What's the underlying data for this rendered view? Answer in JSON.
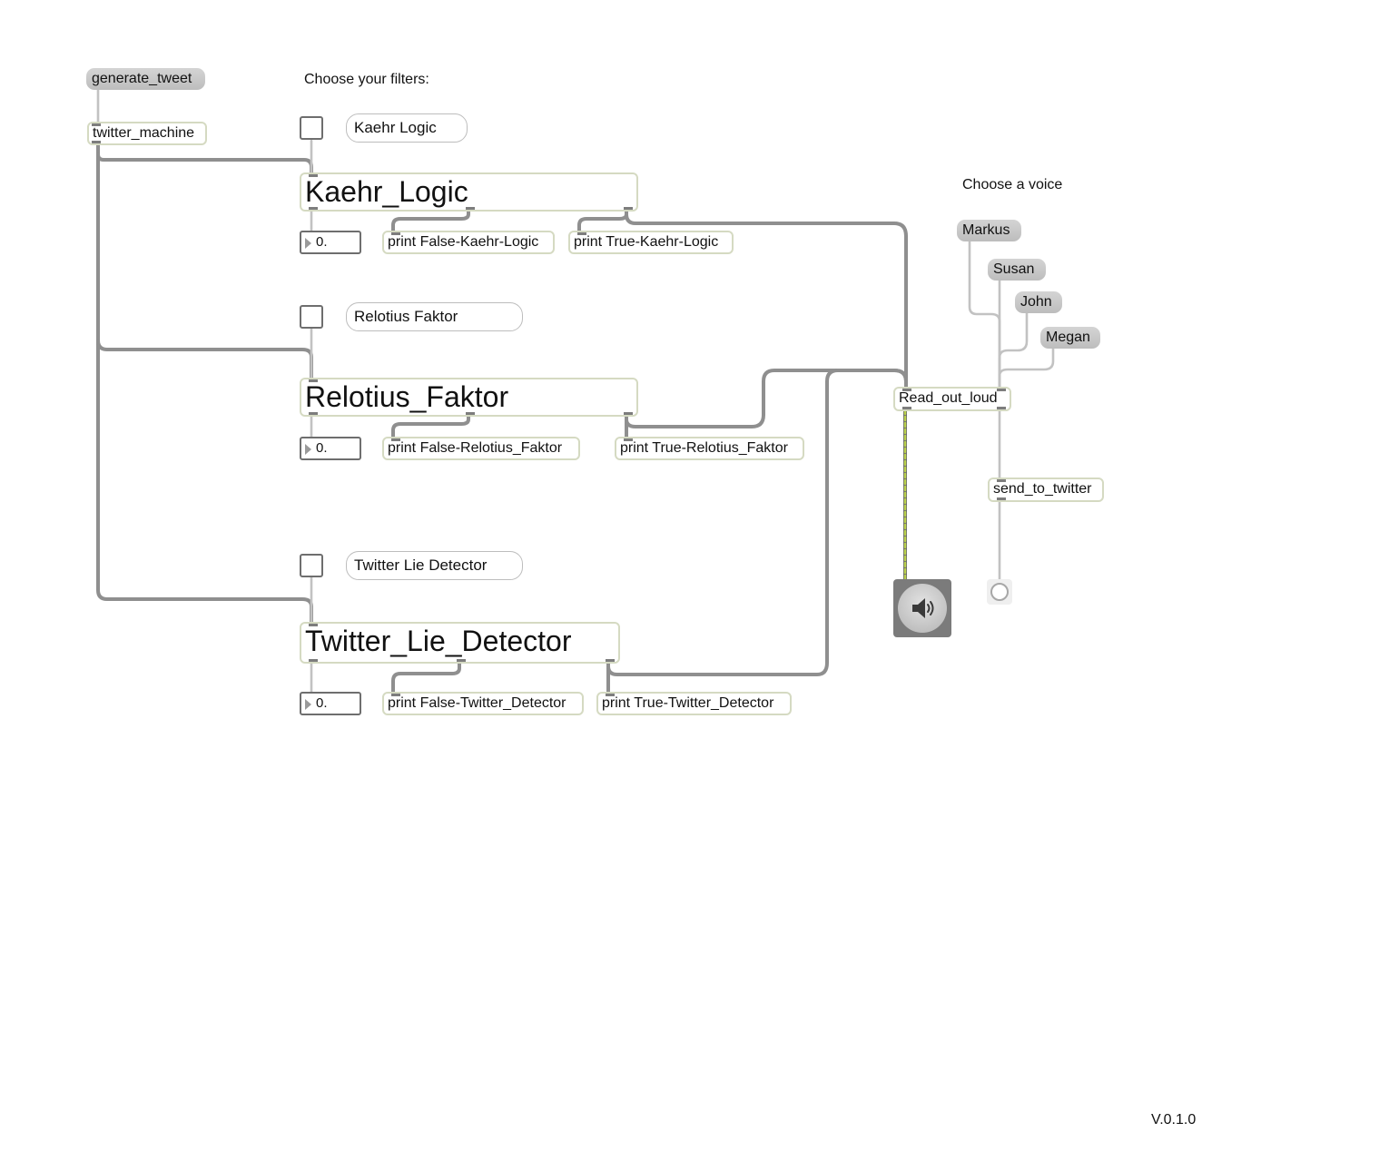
{
  "patcher": {
    "header_label": "Choose your filters:",
    "voice_label": "Choose a voice",
    "version": "V.0.1.0"
  },
  "messages": {
    "generate": "generate_tweet",
    "voices": [
      "Markus",
      "Susan",
      "John",
      "Megan"
    ]
  },
  "objects": {
    "twitter_machine": "twitter_machine",
    "read_out_loud": "Read_out_loud",
    "send_to_twitter": "send_to_twitter"
  },
  "filters": [
    {
      "toggle_label": "Kaehr Logic",
      "object": "Kaehr_Logic",
      "number_value": "0.",
      "print_false": "print False-Kaehr-Logic",
      "print_true": "print True-Kaehr-Logic"
    },
    {
      "toggle_label": "Relotius Faktor",
      "object": "Relotius_Faktor",
      "number_value": "0.",
      "print_false": "print False-Relotius_Faktor",
      "print_true": "print True-Relotius_Faktor"
    },
    {
      "toggle_label": "Twitter Lie Detector",
      "object": "Twitter_Lie_Detector",
      "number_value": "0.",
      "print_false": "print False-Twitter_Detector",
      "print_true": "print True-Twitter_Detector"
    }
  ],
  "icons": {
    "speaker": "speaker-icon",
    "bang": "bang-icon"
  },
  "colors": {
    "object_border": "#d5dac2",
    "message_fill": "#c8c8c8",
    "audio_cord": "#b9d04a",
    "cord": "#c2c2c2"
  }
}
